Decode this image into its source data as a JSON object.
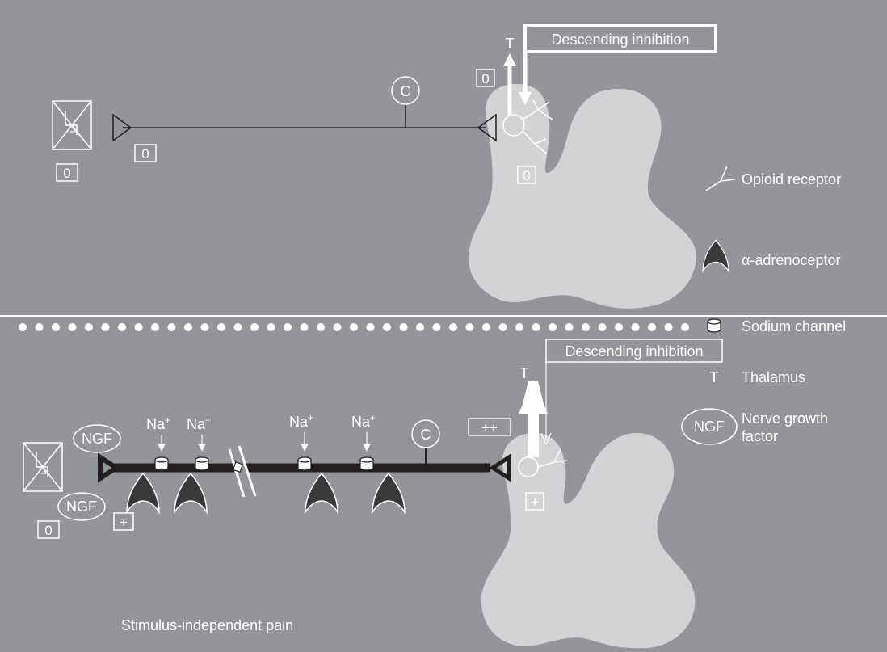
{
  "colors": {
    "background": "#939598",
    "cord": "#d1d3d4",
    "line": "#ffffff",
    "axon": "#231f20",
    "receptor_fill": "#3a3a3a"
  },
  "top": {
    "descending_inhibition": "Descending inhibition",
    "thalamus": "T",
    "cell_body": "C",
    "box_ascending": "0",
    "box_terminal": "0",
    "box_fiber": "0",
    "box_skin": "0"
  },
  "bottom": {
    "descending_inhibition": "Descending inhibition",
    "thalamus": "T",
    "cell_body": "C",
    "box_ascending": "++",
    "box_cord": "+",
    "box_fiber": "+",
    "box_skin": "0",
    "ngf_top": "NGF",
    "ngf_bottom": "NGF",
    "na": [
      "Na",
      "Na",
      "Na",
      "Na"
    ],
    "na_sup": "+",
    "caption": "Stimulus-independent pain"
  },
  "legend": {
    "opioid_receptor": "Opioid receptor",
    "alpha_adrenoceptor": "α-adrenoceptor",
    "sodium_channel": "Sodium channel",
    "thalamus_symbol": "T",
    "thalamus": "Thalamus",
    "ngf_symbol": "NGF",
    "ngf_line1": "Nerve growth",
    "ngf_line2": "factor"
  }
}
